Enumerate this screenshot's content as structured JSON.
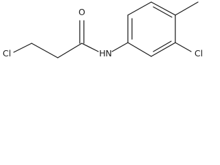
{
  "molecule": {
    "atoms": {
      "cl_left": "Cl",
      "oxygen": "O",
      "nitrogen_h": "H",
      "nitrogen_n": "N",
      "cl_right": "Cl"
    }
  }
}
